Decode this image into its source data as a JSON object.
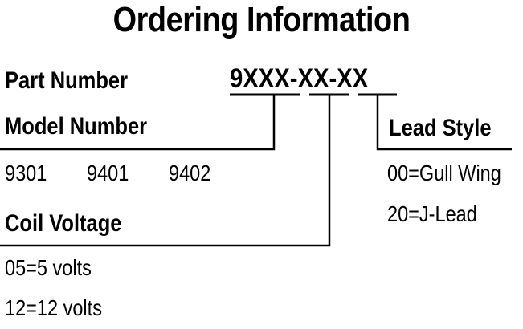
{
  "title": "Ordering Information",
  "part_number": {
    "label": "Part Number",
    "code_segments": [
      "9XXX",
      "-",
      "XX",
      "-",
      "XX"
    ]
  },
  "model_number": {
    "label": "Model Number",
    "options": [
      "9301",
      "9401",
      "9402"
    ]
  },
  "coil_voltage": {
    "label": "Coil Voltage",
    "options": [
      "05=5 volts",
      "12=12 volts"
    ]
  },
  "lead_style": {
    "label": "Lead Style",
    "options": [
      "00=Gull Wing",
      "20=J-Lead"
    ]
  }
}
